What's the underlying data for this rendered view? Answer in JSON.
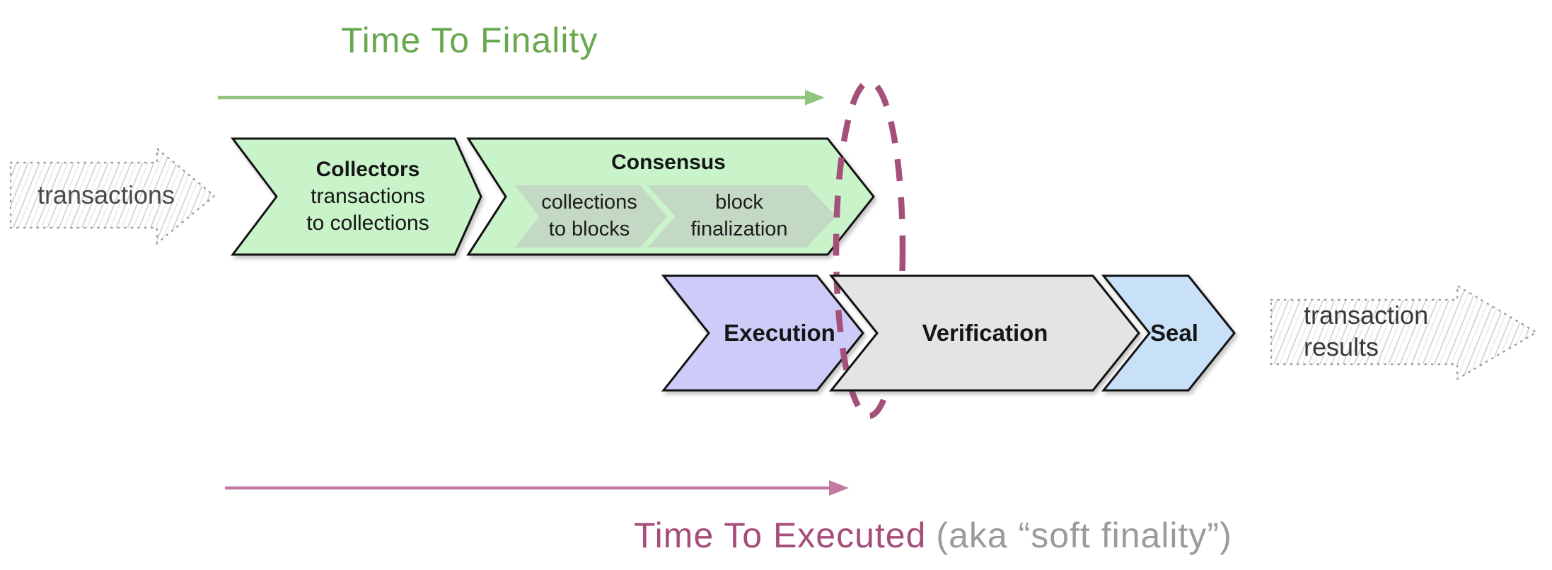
{
  "annotations": {
    "finality_label": "Time To Finality",
    "executed_label": "Time To Executed",
    "executed_suffix": "(aka “soft finality”)"
  },
  "io": {
    "input_label": "transactions",
    "output_line1": "transaction",
    "output_line2": "results"
  },
  "stages": {
    "collectors": {
      "title": "Collectors",
      "desc_line1": "transactions",
      "desc_line2": "to collections"
    },
    "consensus": {
      "title": "Consensus",
      "sub1_line1": "collections",
      "sub1_line2": "to blocks",
      "sub2_line1": "block",
      "sub2_line2": "finalization"
    },
    "execution": {
      "title": "Execution"
    },
    "verification": {
      "title": "Verification"
    },
    "seal": {
      "title": "Seal"
    }
  },
  "colors": {
    "stage_green": "#c9f4c9",
    "substage_green": "#c3d9c3",
    "stage_purple": "#cdccf8",
    "stage_gray": "#e4e4e4",
    "stage_blue": "#c8e1f8",
    "finality_text": "#6aa84f",
    "finality_arrow": "#93c47d",
    "executed_text": "#a64d79",
    "executed_suffix_text": "#9b9b9b",
    "executed_arrow": "#c27ba0",
    "ellipse": "#a5507a"
  }
}
